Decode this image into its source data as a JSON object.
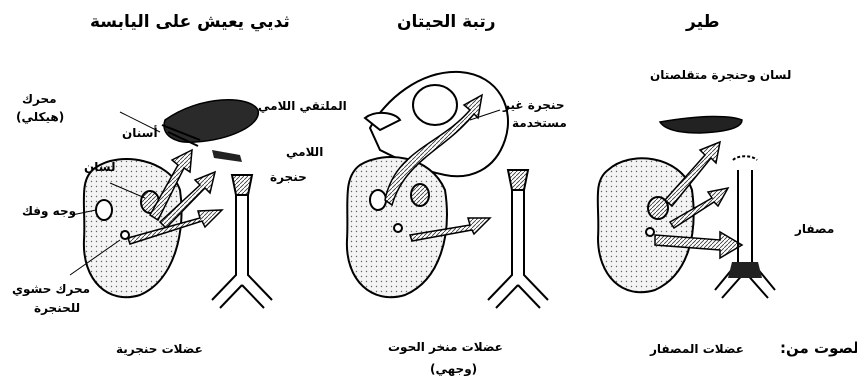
{
  "panels": {
    "mammal": {
      "title": "ثديي يعيش على اليابسة",
      "labels": {
        "motor_skeletal_1": "محرك",
        "motor_skeletal_2": "(هيكلي)",
        "teeth": "أسنان",
        "tongue": "لسان",
        "face_jaw": "وجه وفك",
        "motor_visceral_1": "محرك حشوي",
        "motor_visceral_2": "للحنجرة",
        "hyoid_junction": "الملتقي اللامي",
        "hyoid": "اللامي",
        "larynx": "حنجرة"
      },
      "caption": "عضلات حنجرية"
    },
    "amphibian": {
      "title": "رتبة الحيتان",
      "labels": {
        "larynx_unused_1": "حنجرة غير",
        "larynx_unused_2": "مستخدمة"
      },
      "caption_1": "عضلات منخر الحوت",
      "caption_2": "(وجهي)"
    },
    "bird": {
      "title": "طير",
      "labels": {
        "tongue_larynx_reduced": "لسان وحنجرة متقلصتان",
        "syrinx": "مصفار"
      },
      "caption_prefix": "الصوت من:",
      "caption": "عضلات المصفار"
    }
  },
  "colors": {
    "ink": "#000000",
    "brain_fill": "#ececec"
  }
}
